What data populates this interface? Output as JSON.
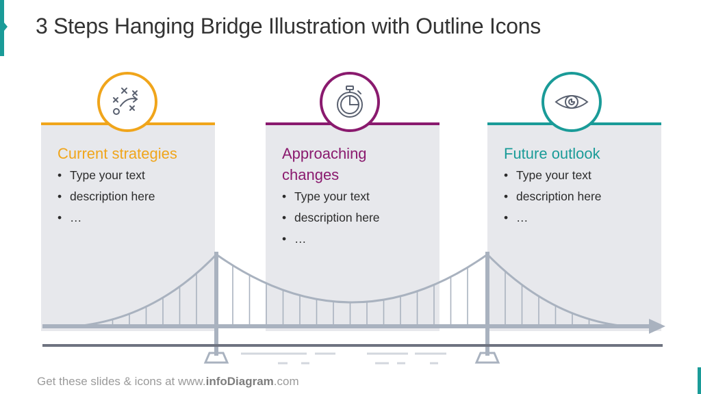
{
  "title": "3 Steps Hanging Bridge Illustration with Outline Icons",
  "steps": [
    {
      "heading": "Current strategies",
      "color": "#f0a51b",
      "icon": "strategy-play-icon",
      "bullets": [
        "Type your text",
        "description here",
        "…"
      ]
    },
    {
      "heading_line1": "Approaching",
      "heading_line2": "changes",
      "color": "#8a1a6e",
      "icon": "stopwatch-icon",
      "bullets": [
        "Type your text",
        "description here",
        "…"
      ]
    },
    {
      "heading": "Future outlook",
      "color": "#1a9b98",
      "icon": "eye-icon",
      "bullets": [
        "Type your text",
        "description here",
        "…"
      ]
    }
  ],
  "footer": {
    "prefix": "Get these slides  & icons at www.",
    "brand": "infoDiagram",
    "suffix": ".com"
  },
  "colors": {
    "bridge": "#a9b2bf",
    "road_line": "#6e7380",
    "panel_bg": "#e7e8ec"
  }
}
